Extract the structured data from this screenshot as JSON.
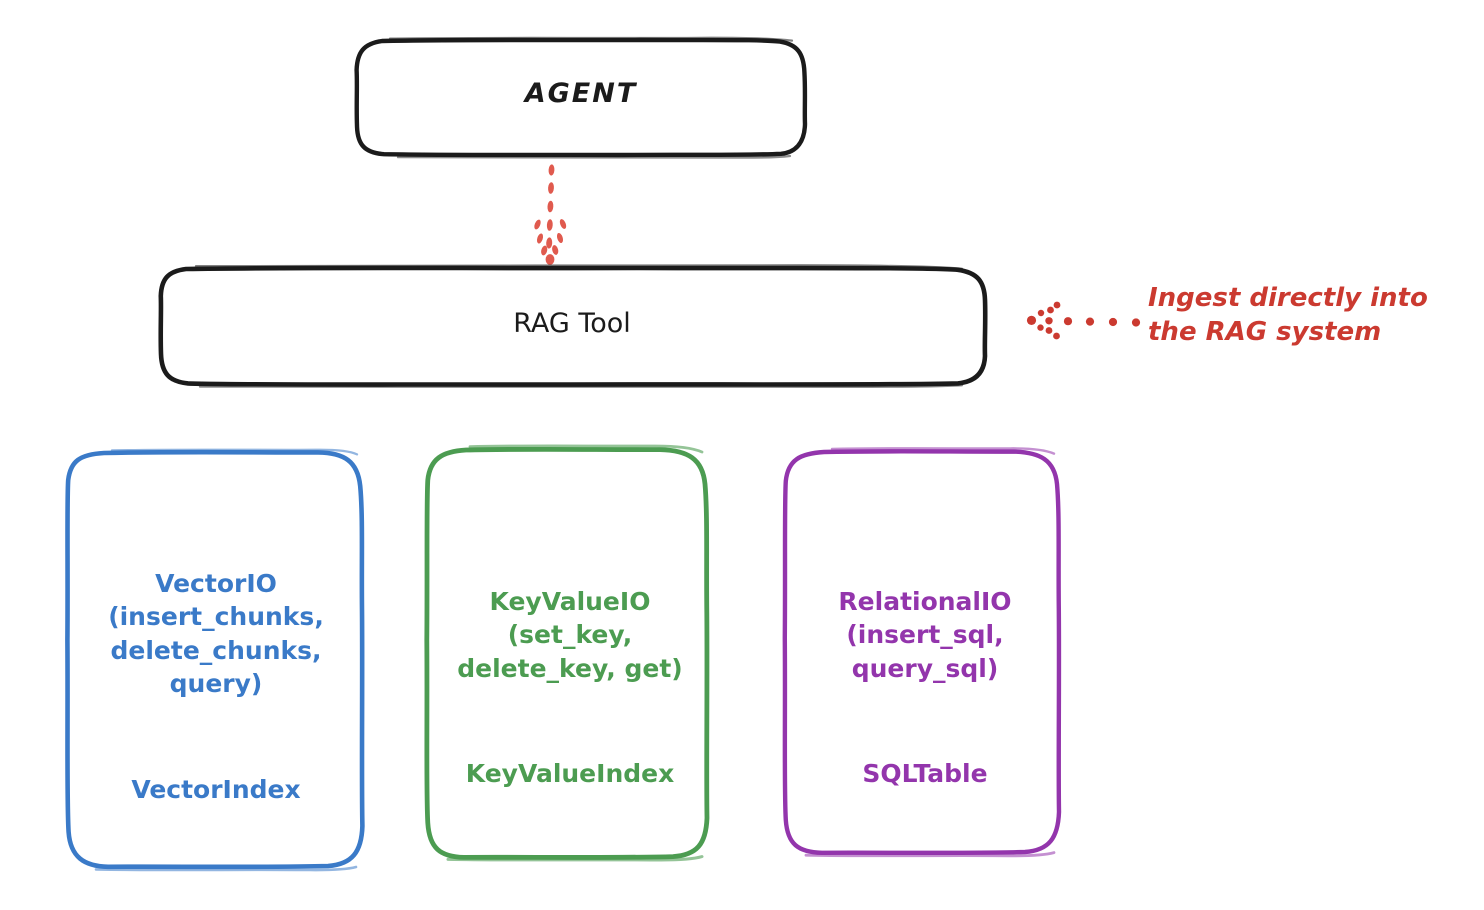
{
  "diagram": {
    "type": "architecture-flow",
    "background": "#ffffff",
    "nodes": {
      "agent": {
        "label": "AGENT",
        "stroke": "#1b1b1b",
        "fill": "#ffffff"
      },
      "rag_tool": {
        "label": "RAG Tool",
        "stroke": "#1b1b1b",
        "fill": "#ffffff"
      },
      "vector_store": {
        "title": "VectorIO\n(insert_chunks,\ndelete_chunks,\nquery)",
        "index": "VectorIndex",
        "stroke": "#3a7ac8",
        "fill": "#ffffff"
      },
      "keyvalue_store": {
        "title": "KeyValueIO\n(set_key,\ndelete_key, get)",
        "index": "KeyValueIndex",
        "stroke": "#4c9c51",
        "fill": "#ffffff"
      },
      "relational_store": {
        "title": "RelationalIO\n(insert_sql,\nquery_sql)",
        "index": "SQLTable",
        "stroke": "#9335ac",
        "fill": "#ffffff"
      }
    },
    "edges": {
      "agent_to_rag": {
        "style": "dotted",
        "color": "#e05a4e",
        "direction": "down"
      },
      "ingest_annotation_arrow": {
        "style": "dotted",
        "color": "#cb3a30",
        "direction": "left"
      }
    },
    "annotations": {
      "ingest": {
        "text": "Ingest directly into\nthe RAG system",
        "color": "#cb3a30"
      }
    }
  }
}
